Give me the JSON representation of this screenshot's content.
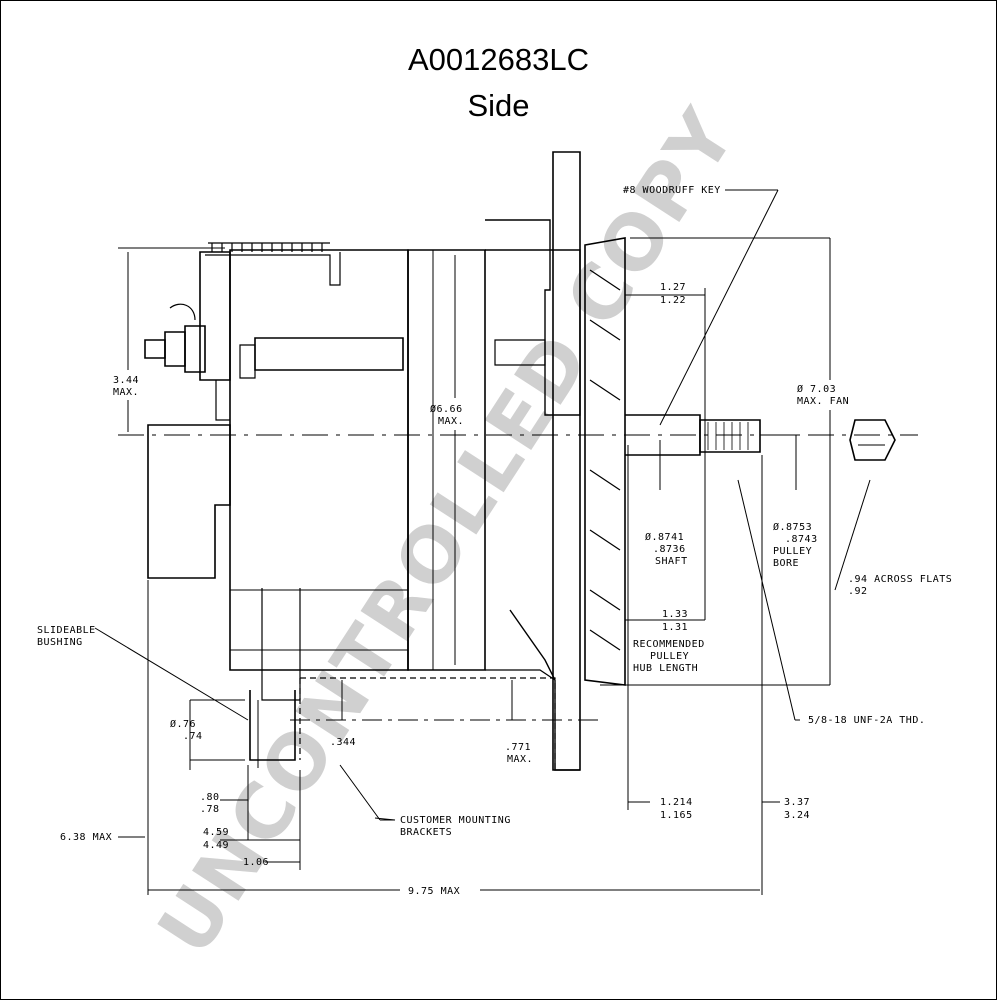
{
  "drawing": {
    "part_number": "A0012683LC",
    "view": "Side",
    "watermark": "UNCONTROLLED COPY"
  },
  "dimensions": {
    "woodruff_key": "#8 WOODRUFF KEY",
    "d_344_max": "3.44",
    "d_344_max_label": "MAX.",
    "d_666": "Ø6.66",
    "d_666_label": "MAX.",
    "d_127": "1.27",
    "d_122": "1.22",
    "d_703": "Ø 7.03",
    "d_703_label": "MAX. FAN",
    "shaft_1": "Ø.8741",
    "shaft_2": ".8736",
    "shaft_label": "SHAFT",
    "bore_1": "Ø.8753",
    "bore_2": ".8743",
    "bore_label_1": "PULLEY",
    "bore_label_2": "BORE",
    "flats_1": ".94 ACROSS FLATS",
    "flats_2": ".92",
    "hub_1": "1.33",
    "hub_2": "1.31",
    "hub_label_1": "RECOMMENDED",
    "hub_label_2": "PULLEY",
    "hub_label_3": "HUB LENGTH",
    "bushing_1": "SLIDEABLE",
    "bushing_2": "BUSHING",
    "bush_d1": "Ø.76",
    "bush_d2": ".74",
    "d_344b": ".344",
    "d_771": ".771",
    "d_771_label": "MAX.",
    "thread": "5/8-18 UNF-2A THD.",
    "d_080": ".80",
    "d_078": ".78",
    "brackets_1": "CUSTOMER MOUNTING",
    "brackets_2": "BRACKETS",
    "d_1214": "1.214",
    "d_1165": "1.165",
    "d_337": "3.37",
    "d_324": "3.24",
    "d_638": "6.38 MAX",
    "d_459": "4.59",
    "d_449": "4.49",
    "d_106": "1.06",
    "d_975": "9.75 MAX"
  }
}
